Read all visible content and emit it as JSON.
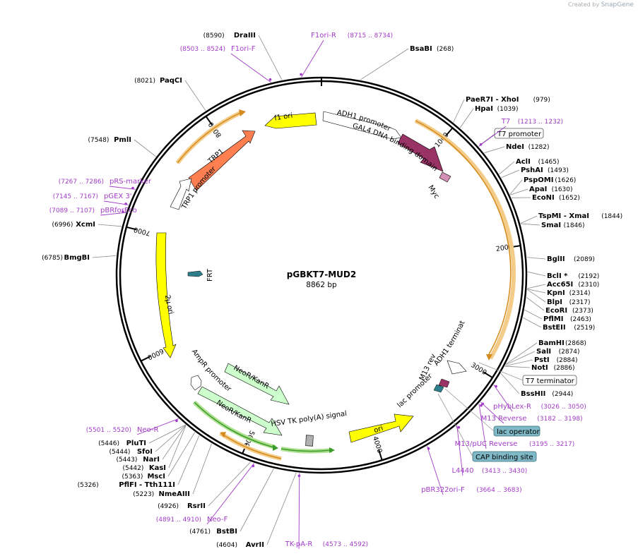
{
  "credit": {
    "prefix": "Created by",
    "brand": "SnapGene"
  },
  "plasmid": {
    "name": "pGBKT7-MUD2",
    "length_label": "8862 bp",
    "length": 8862
  },
  "ticks": [
    {
      "bp": 1000,
      "label": "1000"
    },
    {
      "bp": 2000,
      "label": "2000"
    },
    {
      "bp": 3000,
      "label": "3000"
    },
    {
      "bp": 4000,
      "label": "4000"
    },
    {
      "bp": 5000,
      "label": "5000"
    },
    {
      "bp": 6000,
      "label": "6000"
    },
    {
      "bp": 7000,
      "label": "7000"
    },
    {
      "bp": 8000,
      "label": "8000"
    }
  ],
  "sites": [
    {
      "name": "BsaBI",
      "pos": "(268)",
      "bp": 268,
      "side": "right"
    },
    {
      "name": "PaeR7I  - XhoI",
      "pos": "(979)",
      "bp": 979,
      "side": "right"
    },
    {
      "name": "HpaI",
      "pos": "(1039)",
      "bp": 1039,
      "side": "right"
    },
    {
      "name": "NdeI",
      "pos": "(1282)",
      "bp": 1282,
      "side": "right"
    },
    {
      "name": "AclI",
      "pos": "(1465)",
      "bp": 1465,
      "side": "right"
    },
    {
      "name": "PshAI",
      "pos": "(1493)",
      "bp": 1493,
      "side": "right"
    },
    {
      "name": "PspOMI",
      "pos": "(1626)",
      "bp": 1626,
      "side": "right"
    },
    {
      "name": "ApaI",
      "pos": "(1630)",
      "bp": 1630,
      "side": "right"
    },
    {
      "name": "EcoNI",
      "pos": "(1652)",
      "bp": 1652,
      "side": "right"
    },
    {
      "name": "TspMI  - XmaI",
      "pos": "(1844)",
      "bp": 1844,
      "side": "right"
    },
    {
      "name": "SmaI",
      "pos": "(1846)",
      "bp": 1846,
      "side": "right"
    },
    {
      "name": "BglII",
      "pos": "(2089)",
      "bp": 2089,
      "side": "right"
    },
    {
      "name": "BclI *",
      "pos": "(2192)",
      "bp": 2192,
      "side": "right"
    },
    {
      "name": "Acc65I",
      "pos": "(2310)",
      "bp": 2310,
      "side": "right"
    },
    {
      "name": "KpnI",
      "pos": "(2314)",
      "bp": 2314,
      "side": "right"
    },
    {
      "name": "BlpI",
      "pos": "(2317)",
      "bp": 2317,
      "side": "right"
    },
    {
      "name": "EcoRI",
      "pos": "(2373)",
      "bp": 2373,
      "side": "right"
    },
    {
      "name": "PflMI",
      "pos": "(2463)",
      "bp": 2463,
      "side": "right"
    },
    {
      "name": "BstEII",
      "pos": "(2519)",
      "bp": 2519,
      "side": "right"
    },
    {
      "name": "BamHI",
      "pos": "(2868)",
      "bp": 2868,
      "side": "right"
    },
    {
      "name": "SalI",
      "pos": "(2874)",
      "bp": 2874,
      "side": "right"
    },
    {
      "name": "PstI",
      "pos": "(2884)",
      "bp": 2884,
      "side": "right"
    },
    {
      "name": "NotI",
      "pos": "(2886)",
      "bp": 2886,
      "side": "right"
    },
    {
      "name": "BssHII",
      "pos": "(2944)",
      "bp": 2944,
      "side": "right"
    },
    {
      "name": "AvrII",
      "pos": "(4604)",
      "bp": 4604,
      "side": "left"
    },
    {
      "name": "BstBI",
      "pos": "(4761)",
      "bp": 4761,
      "side": "left"
    },
    {
      "name": "RsrII",
      "pos": "(4926)",
      "bp": 4926,
      "side": "left"
    },
    {
      "name": "NmeAIII",
      "pos": "(5223)",
      "bp": 5223,
      "side": "left"
    },
    {
      "name": "PflFI  - Tth111I",
      "pos": "(5326)",
      "bp": 5326,
      "side": "left"
    },
    {
      "name": "MscI",
      "pos": "(5363)",
      "bp": 5363,
      "side": "left"
    },
    {
      "name": "KasI",
      "pos": "(5442)",
      "bp": 5442,
      "side": "left"
    },
    {
      "name": "NarI",
      "pos": "(5443)",
      "bp": 5443,
      "side": "left"
    },
    {
      "name": "SfoI",
      "pos": "(5444)",
      "bp": 5444,
      "side": "left"
    },
    {
      "name": "PluTI",
      "pos": "(5446)",
      "bp": 5446,
      "side": "left"
    },
    {
      "name": "BmgBI",
      "pos": "(6785)",
      "bp": 6785,
      "side": "left"
    },
    {
      "name": "XcmI",
      "pos": "(6996)",
      "bp": 6996,
      "side": "left"
    },
    {
      "name": "PmlI",
      "pos": "(7548)",
      "bp": 7548,
      "side": "left"
    },
    {
      "name": "PaqCI",
      "pos": "(8021)",
      "bp": 8021,
      "side": "left"
    },
    {
      "name": "DraIII",
      "pos": "(8590)",
      "bp": 8590,
      "side": "left"
    }
  ],
  "primers": [
    {
      "name": "F1ori-R",
      "pos": "(8715 .. 8734)",
      "bp": 8724
    },
    {
      "name": "F1ori-F",
      "pos": "(8503 .. 8524)",
      "bp": 8513
    },
    {
      "name": "T7",
      "pos": "(1213 .. 1232)",
      "bp": 1222
    },
    {
      "name": "pRS-marker",
      "pos": "(7267 .. 7286)",
      "bp": 7276
    },
    {
      "name": "pGEX 3'",
      "pos": "(7145 .. 7167)",
      "bp": 7156
    },
    {
      "name": "pBRforEco",
      "pos": "(7089 .. 7107)",
      "bp": 7098
    },
    {
      "name": "pHybLex-R",
      "pos": "(3026 .. 3050)",
      "bp": 3038
    },
    {
      "name": "M13 Reverse",
      "pos": "(3182 .. 3198)",
      "bp": 3190
    },
    {
      "name": "M13/pUC Reverse",
      "pos": "(3195 .. 3217)",
      "bp": 3206
    },
    {
      "name": "L4440",
      "pos": "(3413 .. 3430)",
      "bp": 3421
    },
    {
      "name": "pBR322ori-F",
      "pos": "(3664 .. 3683)",
      "bp": 3673
    },
    {
      "name": "Neo-R",
      "pos": "(5501 .. 5520)",
      "bp": 5510
    },
    {
      "name": "Neo-F",
      "pos": "(4891 .. 4910)",
      "bp": 4900
    },
    {
      "name": "TK-pA-R",
      "pos": "(4573 .. 4592)",
      "bp": 4582
    }
  ],
  "boxed_features": [
    {
      "name": "T7 promoter",
      "style": "white"
    },
    {
      "name": "T7 terminator",
      "style": "white"
    },
    {
      "name": "lac operator",
      "style": "teal"
    },
    {
      "name": "CAP binding site",
      "style": "teal"
    }
  ],
  "features": [
    {
      "name": "f1 ori",
      "color": "#ffff00"
    },
    {
      "name": "ADH1 promoter",
      "color": "#ffffff"
    },
    {
      "name": "GAL4 DNA binding domain",
      "color": "#993366"
    },
    {
      "name": "Myc",
      "color": "#d48fb4"
    },
    {
      "name": "TRP1",
      "color": "#ff7f50"
    },
    {
      "name": "TRP1 promoter",
      "color": "#ffffff"
    },
    {
      "name": "FRT",
      "color": "#2e7f8c"
    },
    {
      "name": "2μ ori",
      "color": "#ffff00"
    },
    {
      "name": "AmpR promoter",
      "color": "#ffffff"
    },
    {
      "name": "NeoR/KanR",
      "color": "#ccffcc"
    },
    {
      "name": "NeoR/KanR",
      "color": "#ccffcc"
    },
    {
      "name": "HSV TK poly(A) signal",
      "color": "#b0b0b0"
    },
    {
      "name": "ori",
      "color": "#ffff00"
    },
    {
      "name": "M13 rev",
      "color": "#ffffff"
    },
    {
      "name": "lac promoter",
      "color": "#ffffff"
    },
    {
      "name": "ADH1 terminator",
      "color": "#ffffff"
    }
  ],
  "colors": {
    "backbone": "#000000",
    "primer": "#a23cc7",
    "orf_orange": "#f4a742",
    "orf_green": "#3a9a2a"
  }
}
